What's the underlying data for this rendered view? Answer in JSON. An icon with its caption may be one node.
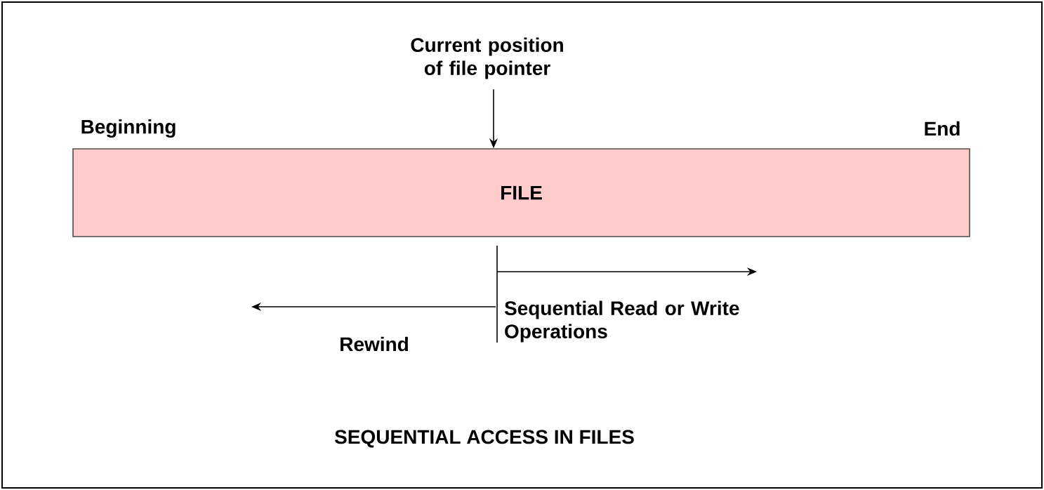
{
  "diagram": {
    "caption": "SEQUENTIAL ACCESS IN FILES",
    "nodes": [
      {
        "text": [
          "Current position of file pointer"
        ]
      },
      {
        "text": [
          "FILE"
        ]
      }
    ],
    "edges": [
      {
        "from": 0,
        "to": 1,
        "arrow": "to"
      }
    ],
    "labels": [
      "Beginning",
      "End",
      "Sequential Read or Write Operations",
      "Rewind"
    ]
  }
}
